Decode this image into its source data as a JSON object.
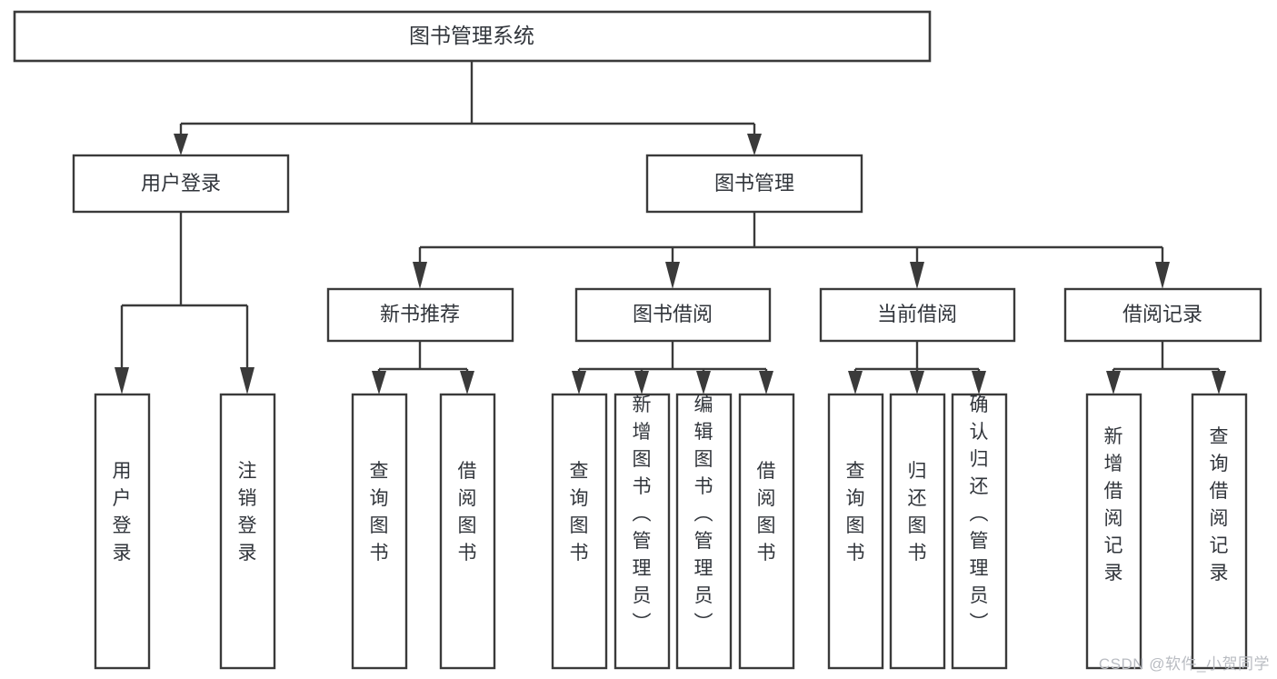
{
  "diagram": {
    "type": "tree",
    "title": "图书管理系统",
    "watermark": "CSDN @软件_小贺同学",
    "colors": {
      "background": "#ffffff",
      "stroke": "#3a3a3a",
      "text": "#31353b",
      "watermark": "#b9bcc2"
    },
    "root": {
      "label": "图书管理系统",
      "orientation": "horizontal"
    },
    "level2": [
      {
        "label": "用户登录",
        "orientation": "horizontal"
      },
      {
        "label": "图书管理",
        "orientation": "horizontal"
      }
    ],
    "level3": [
      {
        "label": "新书推荐",
        "orientation": "horizontal",
        "parent": "图书管理"
      },
      {
        "label": "图书借阅",
        "orientation": "horizontal",
        "parent": "图书管理"
      },
      {
        "label": "当前借阅",
        "orientation": "horizontal",
        "parent": "图书管理"
      },
      {
        "label": "借阅记录",
        "orientation": "horizontal",
        "parent": "图书管理"
      }
    ],
    "leaves": {
      "用户登录": [
        {
          "label": "用户登录",
          "orientation": "vertical"
        },
        {
          "label": "注销登录",
          "orientation": "vertical"
        }
      ],
      "新书推荐": [
        {
          "label": "查询图书",
          "orientation": "vertical"
        },
        {
          "label": "借阅图书",
          "orientation": "vertical"
        }
      ],
      "图书借阅": [
        {
          "label": "查询图书",
          "orientation": "vertical"
        },
        {
          "label": "新增图书（管理员）",
          "orientation": "vertical"
        },
        {
          "label": "编辑图书（管理员）",
          "orientation": "vertical"
        },
        {
          "label": "借阅图书",
          "orientation": "vertical"
        }
      ],
      "当前借阅": [
        {
          "label": "查询图书",
          "orientation": "vertical"
        },
        {
          "label": "归还图书",
          "orientation": "vertical"
        },
        {
          "label": "确认归还（管理员）",
          "orientation": "vertical"
        }
      ],
      "借阅记录": [
        {
          "label": "新增借阅记录",
          "orientation": "vertical"
        },
        {
          "label": "查询借阅记录",
          "orientation": "vertical"
        }
      ]
    }
  },
  "nodes": {
    "root": {
      "label": "图书管理系统"
    },
    "user_login": {
      "label": "用户登录"
    },
    "book_manage": {
      "label": "图书管理"
    },
    "new_book_rec": {
      "label": "新书推荐"
    },
    "book_borrow": {
      "label": "图书借阅"
    },
    "current_borrow": {
      "label": "当前借阅"
    },
    "borrow_record": {
      "label": "借阅记录"
    },
    "leaf_user_login": {
      "label": "用户登录"
    },
    "leaf_logout": {
      "label": "注销登录"
    },
    "leaf_query_book_a": {
      "label": "查询图书"
    },
    "leaf_borrow_book_a": {
      "label": "借阅图书"
    },
    "leaf_query_book_b": {
      "label": "查询图书"
    },
    "leaf_add_book": {
      "label": "新增图书（管理员）"
    },
    "leaf_edit_book": {
      "label": "编辑图书（管理员）"
    },
    "leaf_borrow_book_b": {
      "label": "借阅图书"
    },
    "leaf_query_book_c": {
      "label": "查询图书"
    },
    "leaf_return_book": {
      "label": "归还图书"
    },
    "leaf_confirm_return": {
      "label": "确认归还（管理员）"
    },
    "leaf_add_record": {
      "label": "新增借阅记录"
    },
    "leaf_query_record": {
      "label": "查询借阅记录"
    }
  },
  "footer": {
    "watermark": "CSDN @软件_小贺同学"
  }
}
